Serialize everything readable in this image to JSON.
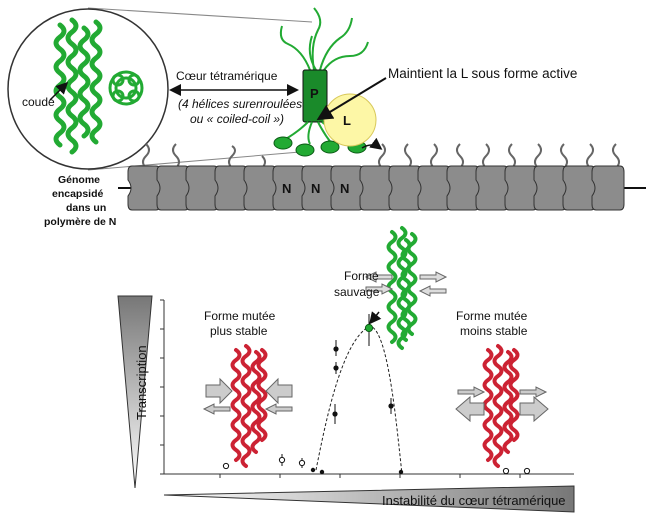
{
  "top": {
    "coude_label": "coude",
    "core_title": "Cœur tétramérique",
    "core_desc_line1": "(4 hélices surenroulées",
    "core_desc_line2": "ou « coiled-coil »)",
    "p_label": "P",
    "l_label": "L",
    "maintain_label": "Maintient la L sous forme active",
    "n_labels": [
      "N",
      "N",
      "N"
    ],
    "genome_lines": [
      "Génome",
      "encapsidé",
      "dans un",
      "polymère de N"
    ]
  },
  "bottom": {
    "forme_sauvage_line1": "Forme",
    "forme_sauvage_line2": "sauvage",
    "mutee_stable_line1": "Forme mutée",
    "mutee_stable_line2": "plus stable",
    "mutee_moins_line1": "Forme mutée",
    "mutee_moins_line2": "moins stable",
    "y_axis_label": "Transcription",
    "x_axis_label": "Instabilité du cœur tétramérique"
  },
  "colors": {
    "helix_green": "#22aa33",
    "helix_red": "#cc2233",
    "nucleoprotein_gray": "#8c8c8c",
    "l_yellow": "#fdf7a6",
    "p_green": "#1a8a2a"
  }
}
